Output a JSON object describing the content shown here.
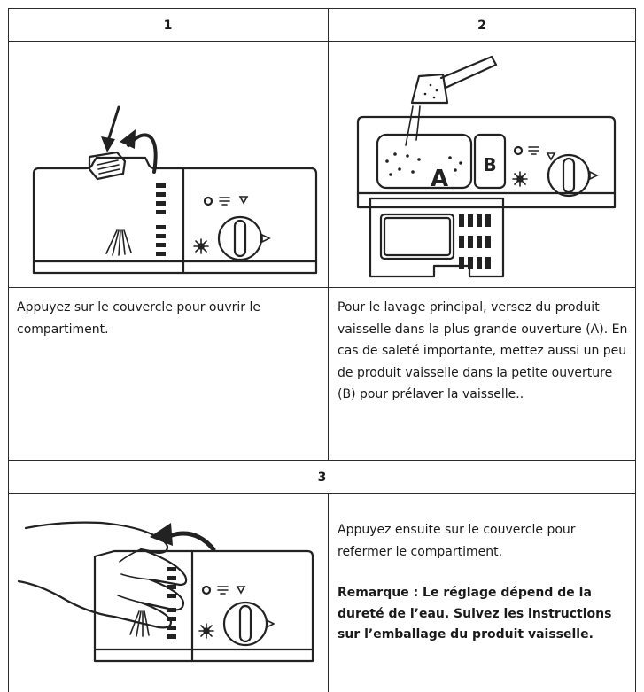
{
  "headers": {
    "step1": "1",
    "step2": "2",
    "step3": "3"
  },
  "step1": {
    "text": "Appuyez sur le couvercle pour ouvrir le compartiment."
  },
  "step2": {
    "text": "Pour le lavage principal, versez du produit vaisselle dans la plus grande ouverture (A). En cas de saleté importante, mettez aussi un peu de produit vaisselle dans la petite ouverture (B) pour prélaver la vaisselle..",
    "label_a": "A",
    "label_b": "B"
  },
  "step3": {
    "text": "Appuyez ensuite sur le couvercle pour refermer le compartiment.",
    "note": "Remarque : Le réglage dépend de la dureté de l’eau. Suivez les instructions sur l’emballage du produit vaisselle."
  }
}
